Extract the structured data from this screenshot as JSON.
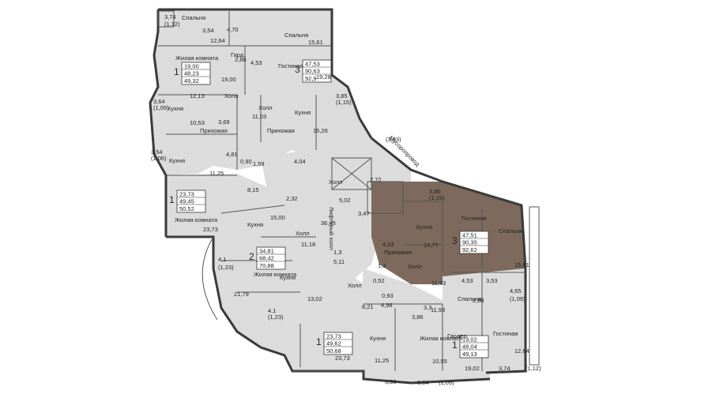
{
  "room_labels": [
    {
      "text": "Спальня"
    },
    {
      "text": "Спальня"
    },
    {
      "text": "Жилая комната"
    },
    {
      "text": "Гард."
    },
    {
      "text": "Гостиная"
    },
    {
      "text": "Холл"
    },
    {
      "text": "Кухня"
    },
    {
      "text": "Холл"
    },
    {
      "text": "Кухня"
    },
    {
      "text": "Прихожая"
    },
    {
      "text": "Прихожая"
    },
    {
      "text": "Кухня"
    },
    {
      "text": "Холл"
    },
    {
      "text": "Лифтовый холл"
    },
    {
      "text": "Кухня"
    },
    {
      "text": "Жилая комната"
    },
    {
      "text": "Холл"
    },
    {
      "text": "Кухня"
    },
    {
      "text": "Гостиная"
    },
    {
      "text": "Спальня"
    },
    {
      "text": "Холл"
    },
    {
      "text": "Жилая комната"
    },
    {
      "text": "Кухня"
    },
    {
      "text": "Кухня"
    },
    {
      "text": "Жилая комната"
    },
    {
      "text": "Гардер."
    },
    {
      "text": "Спальня"
    },
    {
      "text": "Гостиная"
    },
    {
      "text": "Кухня"
    },
    {
      "text": "Спальня"
    },
    {
      "text": "Холл"
    },
    {
      "text": "Прихожая"
    },
    {
      "text": "Мусоропровод"
    }
  ],
  "area_labels": [
    "3,74",
    "(1,12)",
    "12,64",
    "4,70",
    "3,54",
    "15,61",
    "2,88",
    "4,53",
    "19,00",
    "12,13",
    "3,64",
    "(1,09)",
    "10,53",
    "3,69",
    "11,03",
    "3,85",
    "(1,15)",
    "15,26",
    "3,54",
    "(1,06)",
    "4,81",
    "0,90",
    "1,59",
    "11,25",
    "4,04",
    "8,15",
    "2,32",
    "5,02",
    "2,72",
    "3,47",
    "15,00",
    "36,45",
    "3,85",
    "(1,15)",
    "23,73",
    "11,18",
    "4,03",
    "14,77",
    "5,11",
    "11,33",
    "4,53",
    "3,53",
    "15,61",
    "4,1",
    "(1,23)",
    "21,79",
    "0,52",
    "0,93",
    "4,98",
    "8,21",
    "13,02",
    "4,1",
    "(1,23)",
    "2,88",
    "11,93",
    "3,86",
    "4,65",
    "(1,09)",
    "23,73",
    "11,25",
    "10,55",
    "19,02",
    "12,64",
    "3,74",
    "(1,12)",
    "3,56",
    "3,64",
    "(1,09)",
    "1,3",
    "1,3",
    "3,3"
  ],
  "apartments": [
    {
      "rooms": "1",
      "living": "19,00",
      "total": "48,23",
      "area": "49,32"
    },
    {
      "rooms": "3",
      "living": "47,53",
      "total": "90,63",
      "area": "92,9"
    },
    {
      "rooms": "1",
      "living": "23,73",
      "total": "49,45",
      "area": "50,52"
    },
    {
      "rooms": "2",
      "living": "34,81",
      "total": "68,42",
      "area": "70,88"
    },
    {
      "rooms": "3",
      "living": "47,51",
      "total": "90,35",
      "area": "92,62"
    },
    {
      "rooms": "1",
      "living": "23,73",
      "total": "49,62",
      "area": "50,68"
    },
    {
      "rooms": "1",
      "living": "19,02",
      "total": "48,04",
      "area": "49,13"
    }
  ],
  "extra_labels": [
    "(3,83)",
    "19,28"
  ]
}
